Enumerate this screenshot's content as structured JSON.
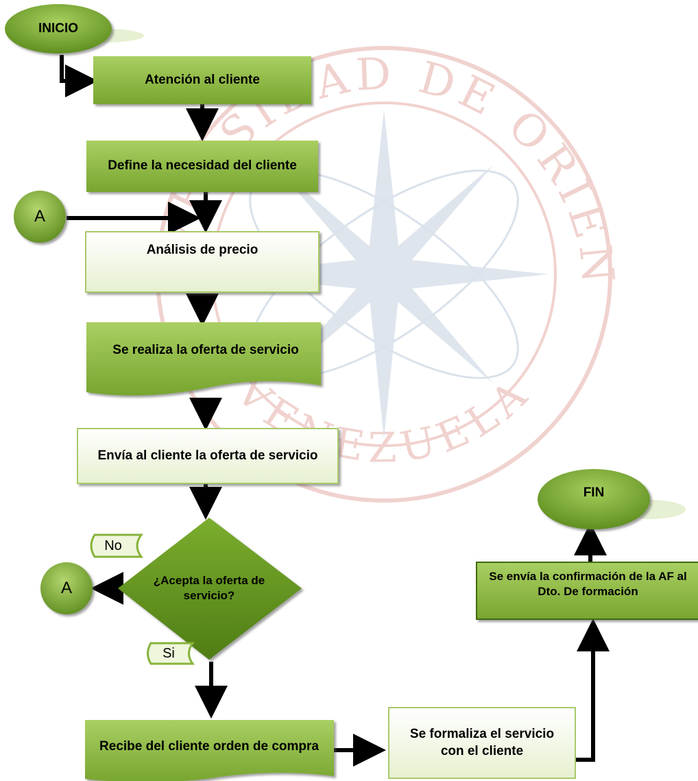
{
  "watermark": {
    "text_top": "UNIVERSIDAD DE ORIENTE",
    "text_bottom": "VENEZUELA",
    "color": "#c0392b",
    "compass_color": "#5b7fa6"
  },
  "colors": {
    "green_dark": "#5e8c1f",
    "green_mid": "#86b33a",
    "green_light": "#c8e08e",
    "green_pale": "#f1f7e3",
    "arrow": "#000000"
  },
  "flow": {
    "start": "INICIO",
    "step1": "Atención al cliente",
    "step2": "Define la necesidad del cliente",
    "connector_in": "A",
    "step3": "Análisis de precio",
    "step4": "Se realiza la oferta de servicio",
    "step5": "Envía al cliente la oferta de servicio",
    "decision": "¿Acepta la oferta de servicio?",
    "label_no": "No",
    "connector_out": "A",
    "label_yes": "Si",
    "step6": "Recibe del cliente orden de compra",
    "step7": "Se formaliza el servicio con el cliente",
    "step8": "Se envía la confirmación de la AF al Dto. De formación",
    "end": "FIN"
  }
}
